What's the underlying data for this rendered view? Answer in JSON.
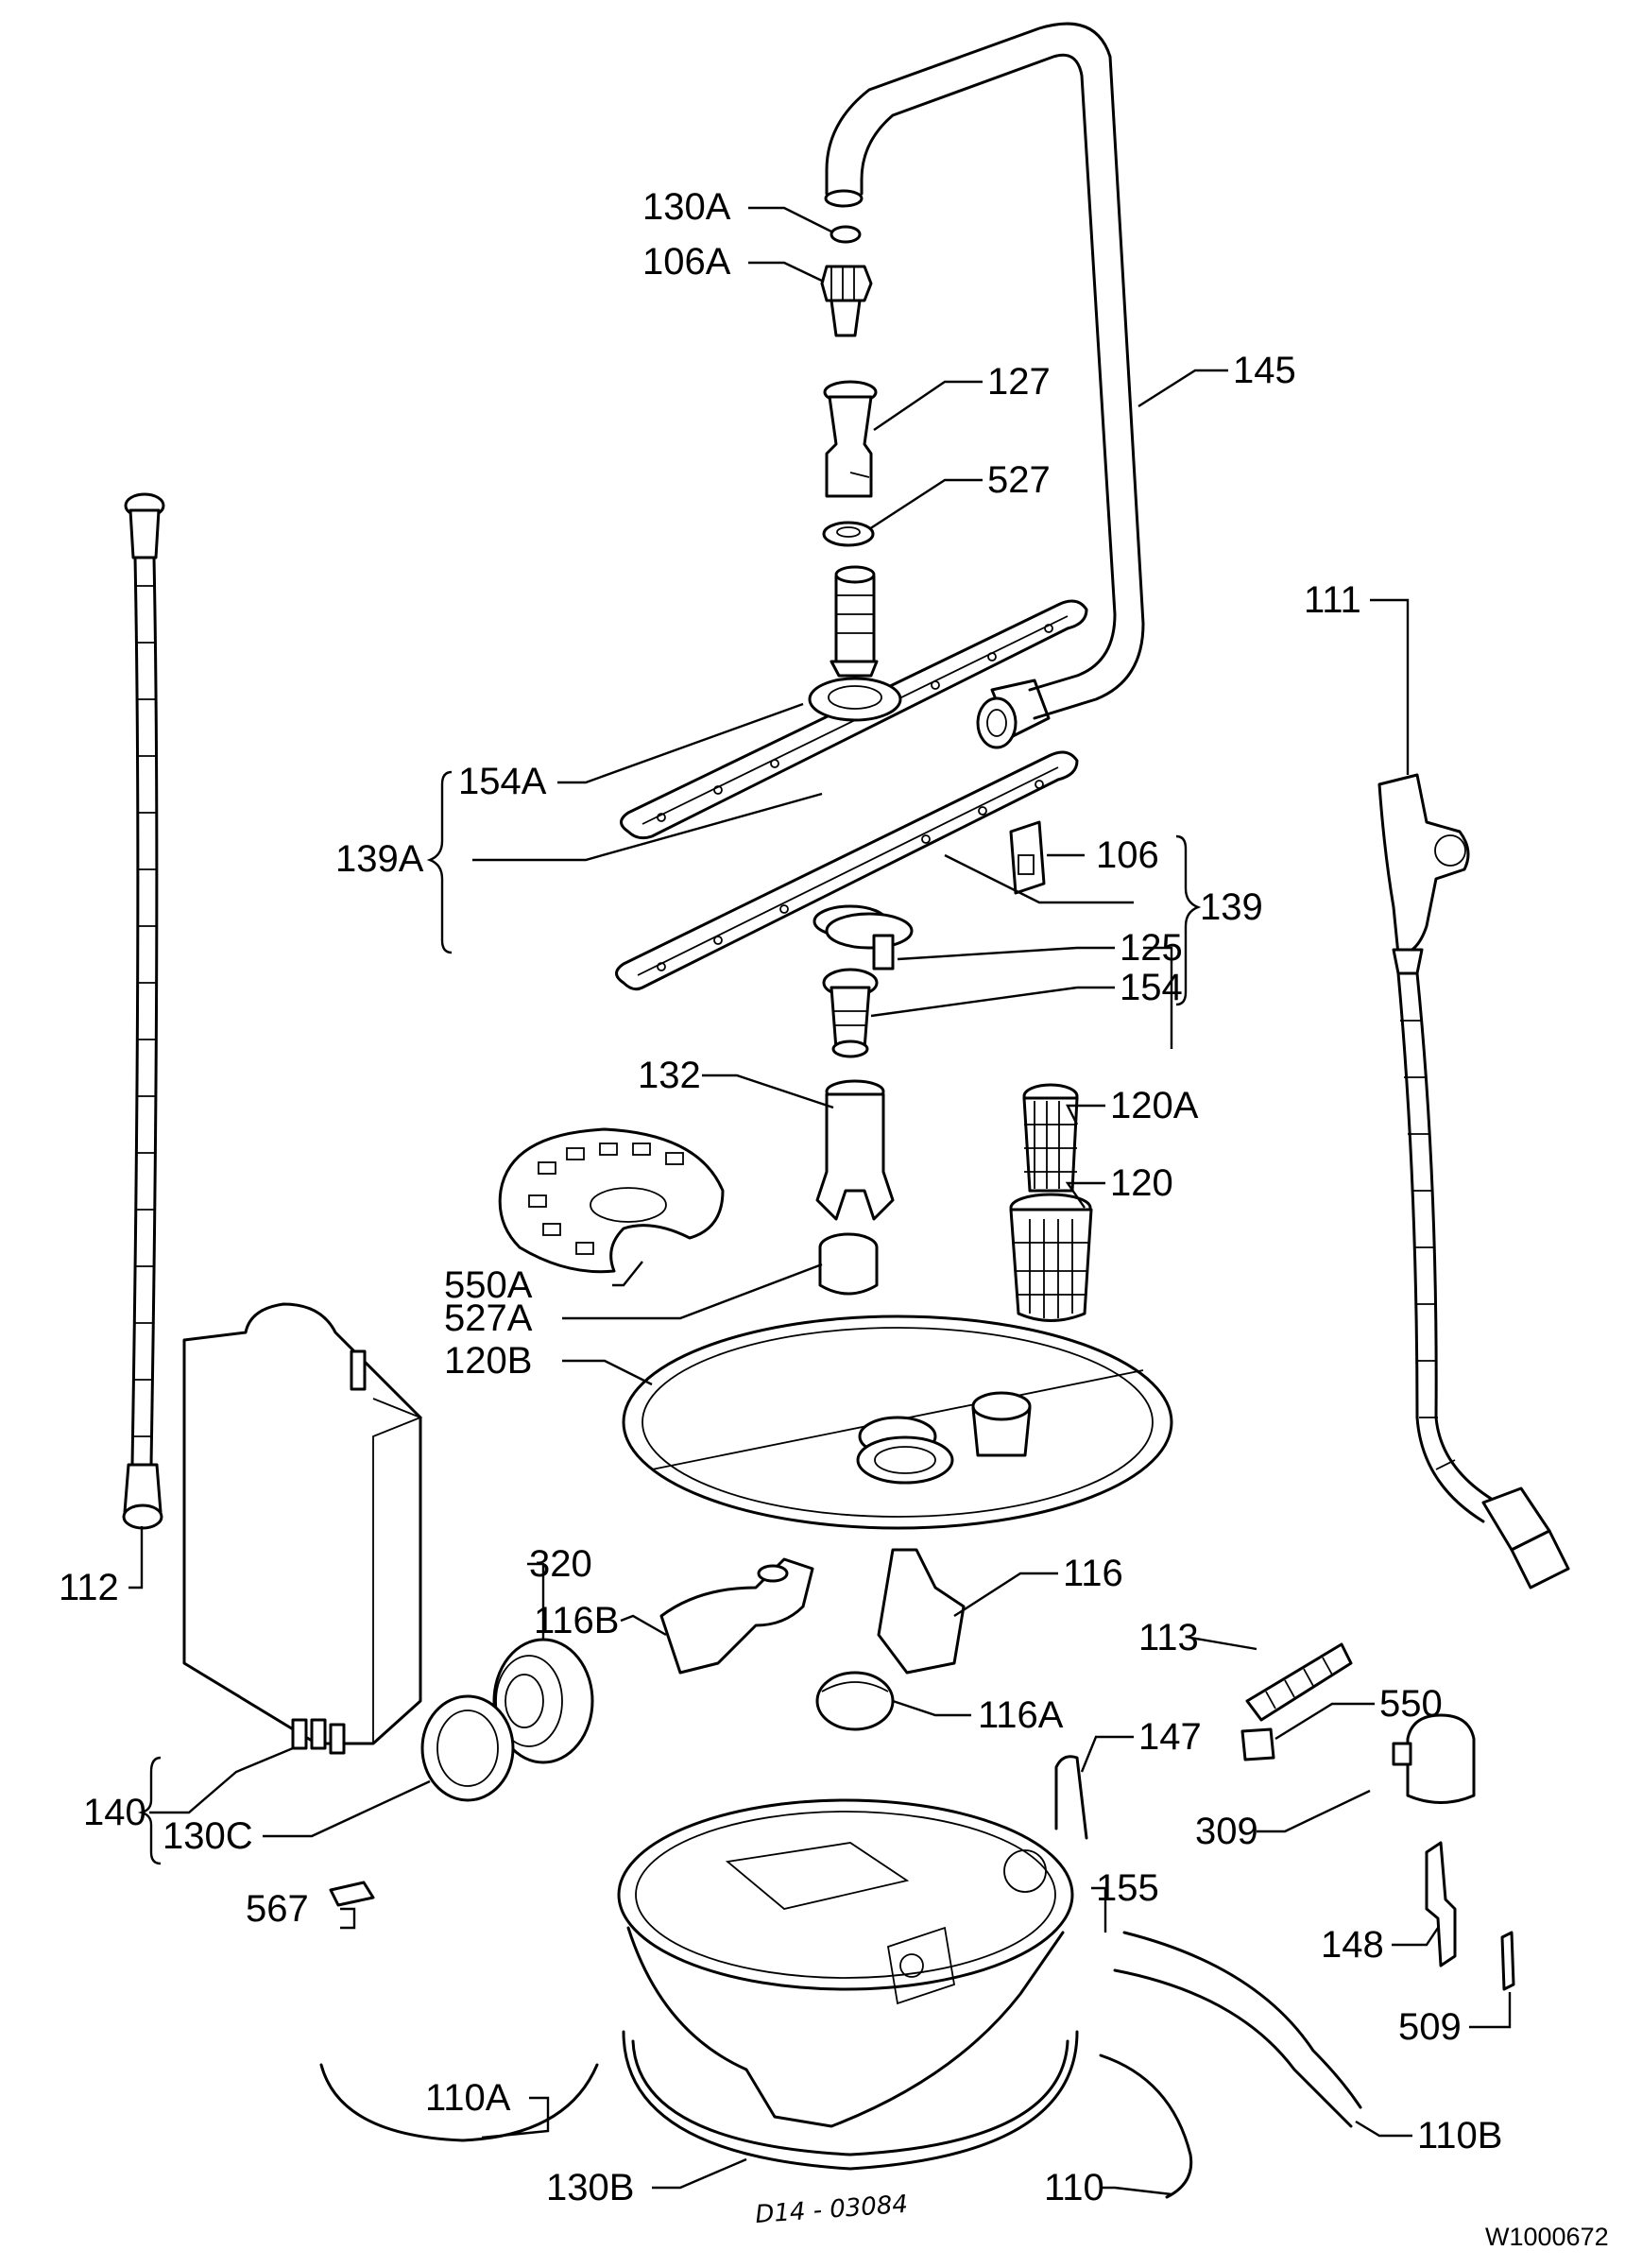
{
  "diagram": {
    "reference_code": "W1000672",
    "handwritten_note": "D14 - 03084",
    "parts": [
      {
        "id": "p130A",
        "label": "130A"
      },
      {
        "id": "p106A",
        "label": "106A"
      },
      {
        "id": "p127",
        "label": "127"
      },
      {
        "id": "p145",
        "label": "145"
      },
      {
        "id": "p527",
        "label": "527"
      },
      {
        "id": "p111",
        "label": "111"
      },
      {
        "id": "p154A",
        "label": "154A"
      },
      {
        "id": "p139A",
        "label": "139A"
      },
      {
        "id": "p106",
        "label": "106"
      },
      {
        "id": "p139",
        "label": "139"
      },
      {
        "id": "p125",
        "label": "125"
      },
      {
        "id": "p154",
        "label": "154"
      },
      {
        "id": "p132",
        "label": "132"
      },
      {
        "id": "p120A",
        "label": "120A"
      },
      {
        "id": "p120",
        "label": "120"
      },
      {
        "id": "p550A",
        "label": "550A"
      },
      {
        "id": "p527A",
        "label": "527A"
      },
      {
        "id": "p120B",
        "label": "120B"
      },
      {
        "id": "p320",
        "label": "320"
      },
      {
        "id": "p116",
        "label": "116"
      },
      {
        "id": "p116B",
        "label": "116B"
      },
      {
        "id": "p112",
        "label": "112"
      },
      {
        "id": "p113",
        "label": "113"
      },
      {
        "id": "p116A",
        "label": "116A"
      },
      {
        "id": "p550",
        "label": "550"
      },
      {
        "id": "p147",
        "label": "147"
      },
      {
        "id": "p140",
        "label": "140"
      },
      {
        "id": "p130C",
        "label": "130C"
      },
      {
        "id": "p309",
        "label": "309"
      },
      {
        "id": "p155",
        "label": "155"
      },
      {
        "id": "p567",
        "label": "567"
      },
      {
        "id": "p148",
        "label": "148"
      },
      {
        "id": "p509",
        "label": "509"
      },
      {
        "id": "p110A",
        "label": "110A"
      },
      {
        "id": "p110B",
        "label": "110B"
      },
      {
        "id": "p110",
        "label": "110"
      },
      {
        "id": "p130B",
        "label": "130B"
      }
    ]
  }
}
